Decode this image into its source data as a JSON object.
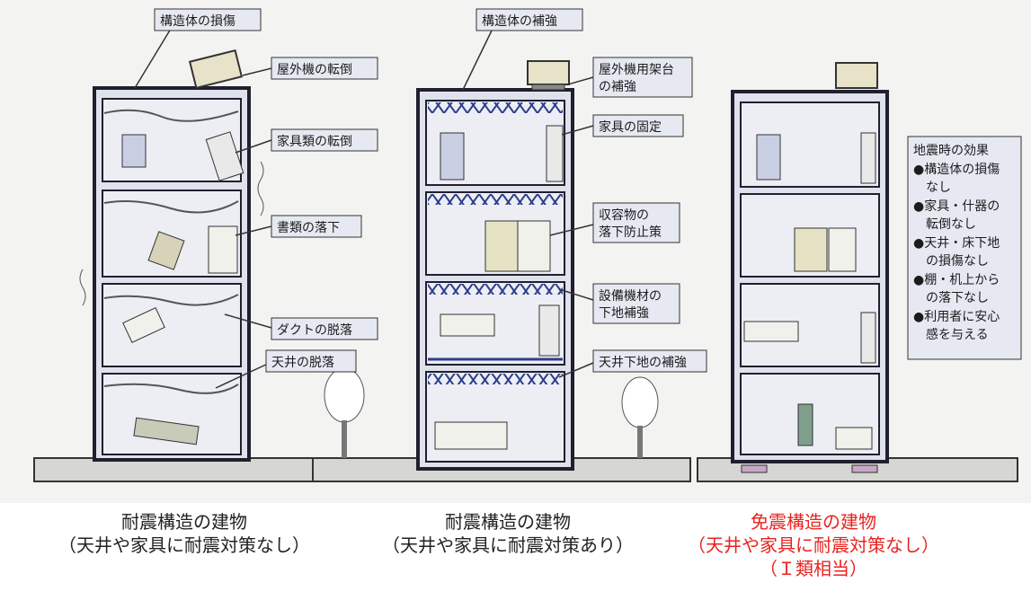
{
  "labels": {
    "b1": [
      "構造体の損傷",
      "屋外機の転倒",
      "家具類の転倒",
      "書類の落下",
      "ダクトの脱落",
      "天井の脱落"
    ],
    "b2_structure": "構造体の補強",
    "b2_outdoor": [
      "屋外機用架台",
      "の補強"
    ],
    "b2_furniture": "家具の固定",
    "b2_storage": [
      "収容物の",
      "落下防止策"
    ],
    "b2_equipment": [
      "設備機材の",
      "下地補強"
    ],
    "b2_ceiling": "天井下地の補強"
  },
  "legend": {
    "title": "地震時の効果",
    "lines": [
      "●構造体の損傷",
      "　なし",
      "●家具・什器の",
      "　転倒なし",
      "●天井・床下地",
      "　の損傷なし",
      "●棚・机上から",
      "　の落下なし",
      "●利用者に安心",
      "　感を与える"
    ]
  },
  "captions": {
    "b1": [
      "耐震構造の建物",
      "（天井や家具に耐震対策なし）"
    ],
    "b2": [
      "耐震構造の建物",
      "（天井や家具に耐震対策あり）"
    ],
    "b3": [
      "免震構造の建物",
      "（天井や家具に耐震対策なし）",
      "（Ｉ類相当）"
    ]
  },
  "colors": {
    "caption_accent": "#e8231f",
    "building_fill": "#dfe2ec",
    "frame": "#1f1f2e",
    "brace": "#2d3f8c"
  }
}
